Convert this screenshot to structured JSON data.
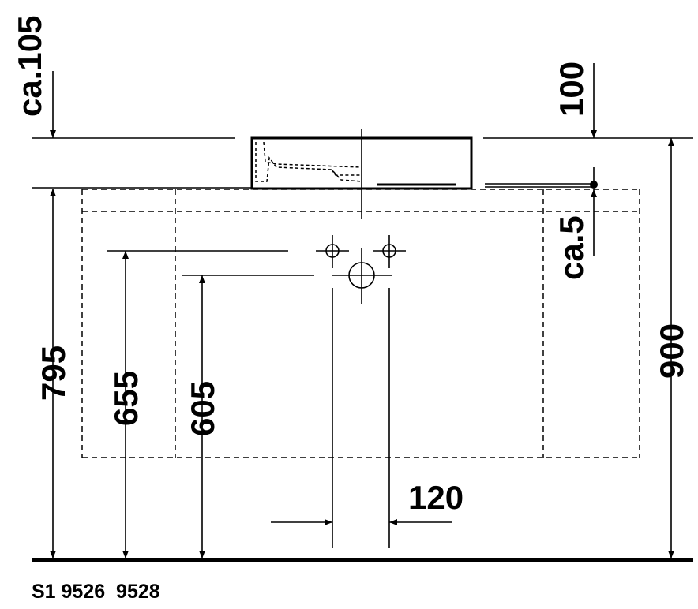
{
  "drawing": {
    "id_label": "S1 9526_9528",
    "dimensions": {
      "top_clearance": "ca.105",
      "basin_height": "100",
      "counter_thickness": "ca.5",
      "counter_height": "795",
      "total_height": "900",
      "supply_height": "655",
      "drain_height": "605",
      "supply_spacing": "120"
    }
  }
}
